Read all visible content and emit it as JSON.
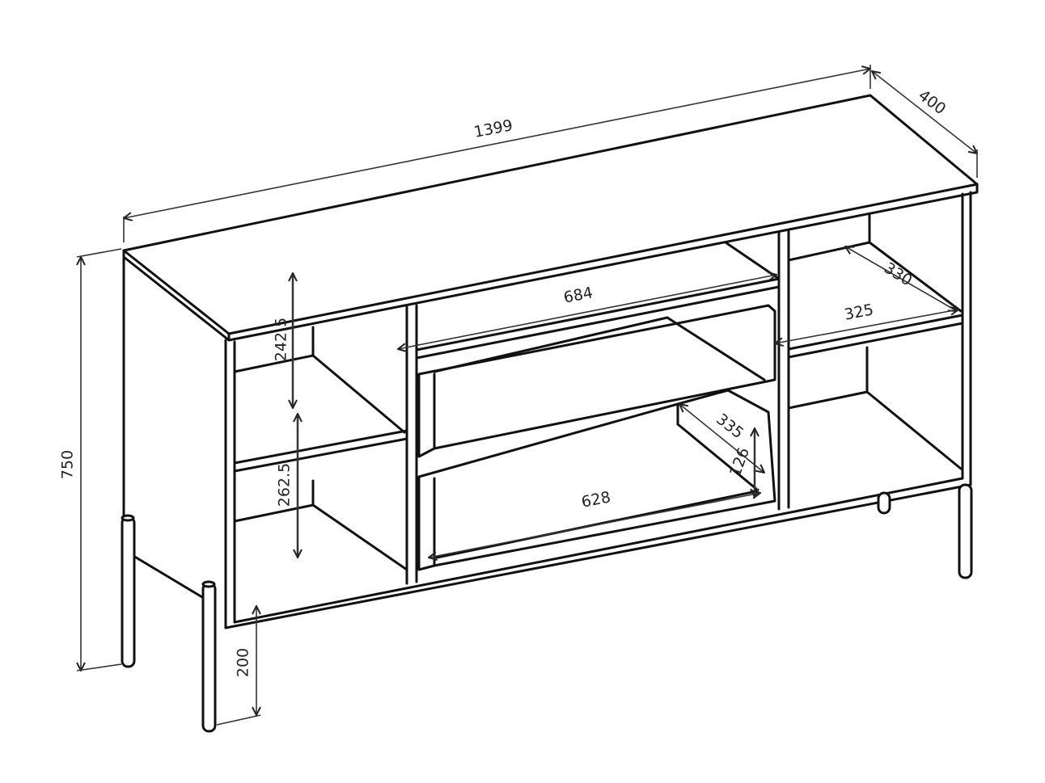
{
  "drawing": {
    "subject": "sideboard",
    "line_color": "#111111",
    "background": "#ffffff"
  },
  "dimensions": {
    "width": "1399",
    "depth": "400",
    "height": "750",
    "upper_shelf_height": "242.5",
    "lower_shelf_height": "262.5",
    "inner_width": "684",
    "shelf_depth": "330",
    "shelf_width": "325",
    "drawer_depth": "335",
    "drawer_height": "126",
    "drawer_width": "628",
    "leg_height": "200"
  }
}
